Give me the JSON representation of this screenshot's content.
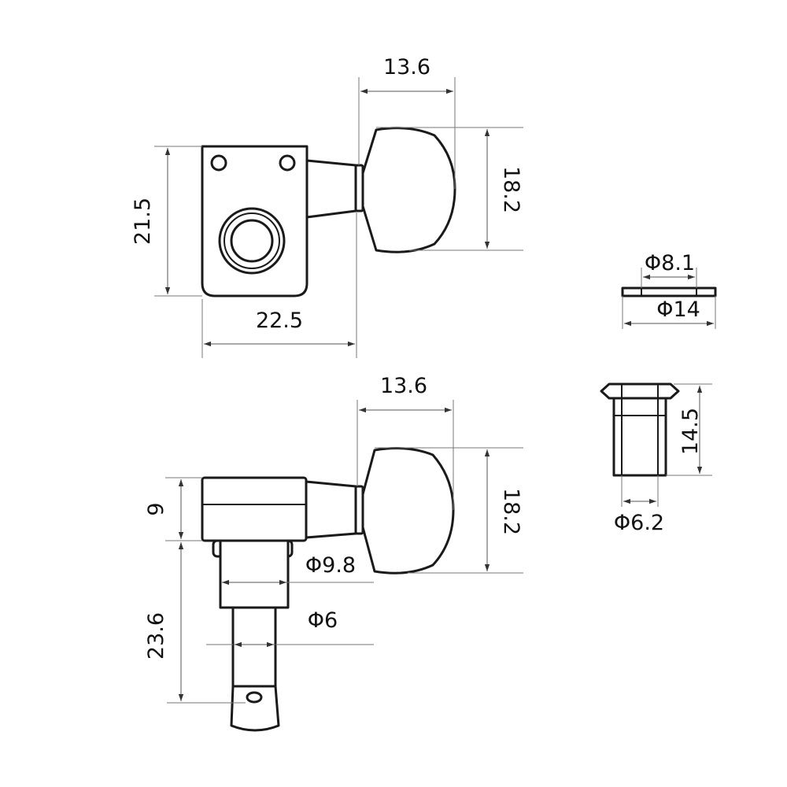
{
  "top_view": {
    "head_width": "22.5",
    "head_height": "21.5",
    "knob_offset": "13.6",
    "knob_height": "18.2"
  },
  "side_view": {
    "knob_offset": "13.6",
    "knob_height": "18.2",
    "housing_thickness": "9",
    "post_diameter": "Φ9.8",
    "shaft_diameter": "Φ6",
    "post_length": "23.6"
  },
  "washer": {
    "inner_diameter": "Φ8.1",
    "outer_diameter": "Φ14"
  },
  "bushing": {
    "height": "14.5",
    "diameter": "Φ6.2"
  }
}
